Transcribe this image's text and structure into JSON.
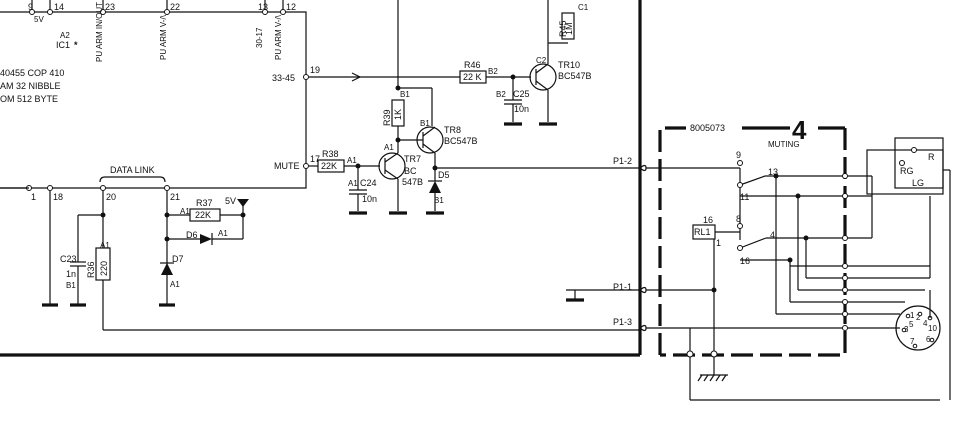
{
  "ic": {
    "name_a": "A2",
    "name": "IC1",
    "star": "*",
    "desc": [
      "40455 COP 410",
      "AM 32 NIBBLE",
      "OM 512 BYTE"
    ],
    "pins_top": [
      "9",
      "5V",
      "14",
      "23",
      "22",
      "13",
      "12"
    ],
    "pin_labels_top": [
      "PU ARM IN/OUT",
      "PU ARM V-/\\",
      "30-17",
      "PU ARM V-/\\"
    ],
    "pin_33_45": "33-45",
    "pin_19": "19",
    "pin_mute": "MUTE",
    "pin_17": "17",
    "pins_bottom": [
      "1",
      "18",
      "20",
      "21"
    ],
    "data_link": "DATA LINK"
  },
  "components": {
    "r46": {
      "name": "R46",
      "value": "22 K",
      "b2": "B2"
    },
    "r45": {
      "name": "R45",
      "value": "1M"
    },
    "c1": "C1",
    "tr10": {
      "name": "TR10",
      "type": "BC547B",
      "c2": "C2",
      "b2": "B2"
    },
    "c25": {
      "name": "C25",
      "value": "10n"
    },
    "r39": {
      "name": "R39",
      "value": "1K",
      "b1": "B1"
    },
    "tr8": {
      "name": "TR8",
      "type": "BC547B",
      "b1": "B1"
    },
    "r38": {
      "name": "R38",
      "value": "22K",
      "a1": "A1"
    },
    "tr7": {
      "name": "TR7",
      "type": "BC 547B",
      "a1": "A1"
    },
    "c24": {
      "name": "C24",
      "value": "10n",
      "a1": "A1"
    },
    "d5": {
      "name": "D5",
      "b1": "B1"
    },
    "r37": {
      "name": "R37",
      "value": "22K",
      "a1": "A1",
      "v": "5V"
    },
    "d6": {
      "name": "D6",
      "a1": "A1"
    },
    "d7": {
      "name": "D7",
      "a1": "A1"
    },
    "c23": {
      "name": "C23",
      "value": "1n",
      "b1": "B1"
    },
    "r36": {
      "name": "R36",
      "value": "220",
      "a1": "A1"
    }
  },
  "module": {
    "code": "8005073",
    "number": "4",
    "title": "MUTING",
    "p1_2": "P1-2",
    "p1_1": "P1-1",
    "p1_3": "P1-3",
    "relay": "RL1",
    "relay_16": "16",
    "relay_1": "1",
    "pins": [
      "9",
      "13",
      "11",
      "8",
      "4",
      "16"
    ]
  },
  "connector": {
    "right_labels": [
      "R",
      "RG",
      "LG"
    ],
    "din_pins": [
      "1",
      "2",
      "3",
      "4",
      "5",
      "6",
      "7",
      "10"
    ]
  }
}
